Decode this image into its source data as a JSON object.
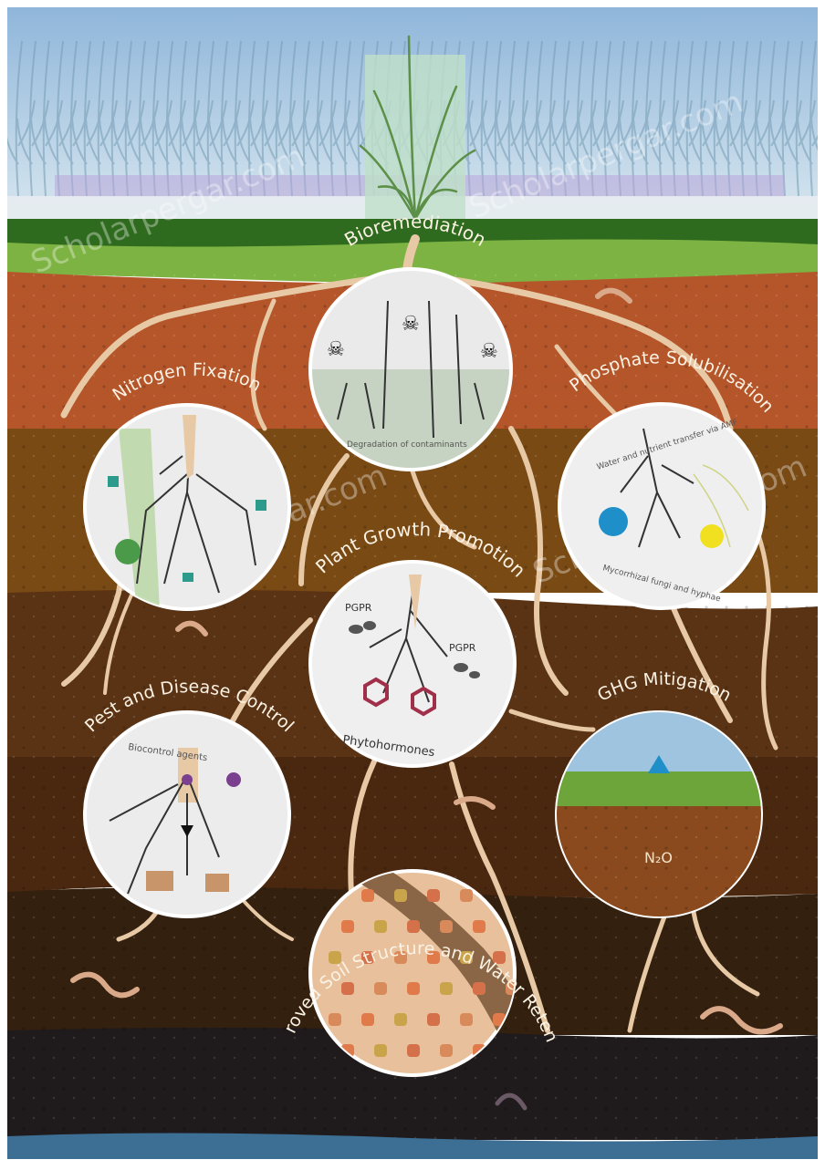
{
  "colors": {
    "sky": "#a9c9e4",
    "grass_dark": "#2f6b1e",
    "grass_light": "#7db343",
    "root": "#e8c9a6",
    "circle_fill": "#eeeeee",
    "circle_stroke": "#ffffff",
    "label_text": "#fbf2e4",
    "soil_layers": [
      "#b5552a",
      "#8a4a1e",
      "#7a4a14",
      "#5a3314",
      "#4a2810",
      "#38200f",
      "#2a1a13",
      "#1e1b1c"
    ],
    "water": "#3d6e94"
  },
  "watermark": "Scholarpergar.com",
  "labels": {
    "bioremediation": "Bioremediation",
    "nitrogen_fixation": "Nitrogen Fixation",
    "phosphate_solubilisation": "Phosphate Solubilisation",
    "plant_growth_promotion": "Plant Growth Promotion",
    "pest_disease_control": "Pest and Disease Control",
    "ghg_mitigation": "GHG Mitigation",
    "soil_structure": "Improved Soil Structure and Water Retention"
  },
  "inner_labels": {
    "bioremediation_inner": "Degradation of contaminants",
    "phosphate_inner_top": "Water and nutrient transfer via AMF",
    "phosphate_inner_bottom": "Mycorrhizal fungi and hyphae",
    "pgpr_1": "PGPR",
    "pgpr_2": "PGPR",
    "phytohormones": "Phytohormones",
    "biocontrol": "Biocontrol agents",
    "n2o": "N₂O"
  },
  "icons": {
    "toxic": "skull-crossbones-icon",
    "worm": "earthworm-icon",
    "droplet": "water-droplet-icon"
  }
}
